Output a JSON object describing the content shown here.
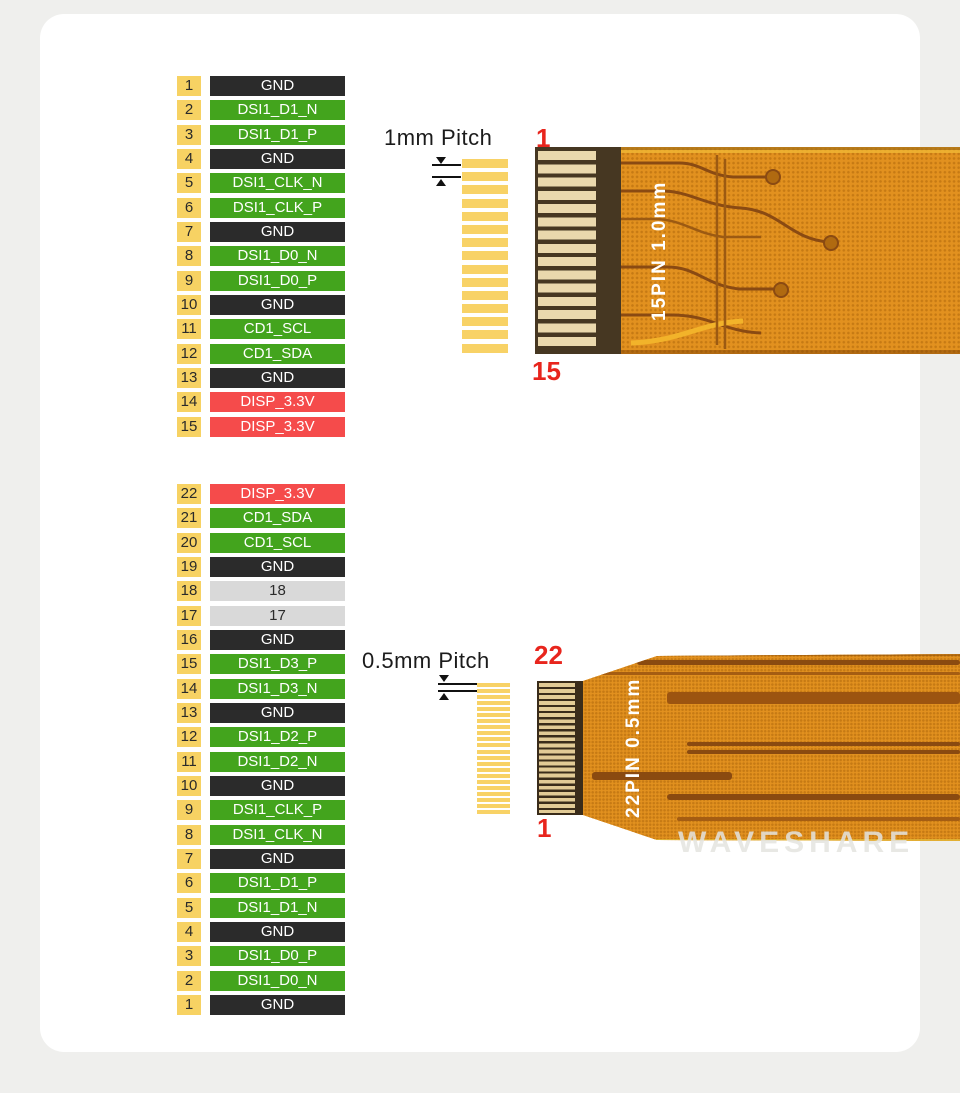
{
  "colors": {
    "bg": "#efefed",
    "card": "#ffffff",
    "gnd": "#2b2b2b",
    "signal": "#43a41d",
    "power": "#f54b4b",
    "nc": "#d9d9d9",
    "pin_number_bg": "#f7d263",
    "pin_number_text": "#2a2a2a",
    "marker_red": "#e8251d",
    "stripe_gold": "#f8d266"
  },
  "watermark": "WAVESHARE",
  "connectors": [
    {
      "name": "15pin-1mm",
      "pitch_label": "1mm Pitch",
      "pin_count": 15,
      "first_pin_marker": "1",
      "last_pin_marker": "15",
      "photo_label": "15PIN 1.0mm",
      "pins": [
        {
          "n": "1",
          "label": "GND",
          "type": "gnd"
        },
        {
          "n": "2",
          "label": "DSI1_D1_N",
          "type": "signal"
        },
        {
          "n": "3",
          "label": "DSI1_D1_P",
          "type": "signal"
        },
        {
          "n": "4",
          "label": "GND",
          "type": "gnd"
        },
        {
          "n": "5",
          "label": "DSI1_CLK_N",
          "type": "signal"
        },
        {
          "n": "6",
          "label": "DSI1_CLK_P",
          "type": "signal"
        },
        {
          "n": "7",
          "label": "GND",
          "type": "gnd"
        },
        {
          "n": "8",
          "label": "DSI1_D0_N",
          "type": "signal"
        },
        {
          "n": "9",
          "label": "DSI1_D0_P",
          "type": "signal"
        },
        {
          "n": "10",
          "label": "GND",
          "type": "gnd"
        },
        {
          "n": "11",
          "label": "CD1_SCL",
          "type": "signal"
        },
        {
          "n": "12",
          "label": "CD1_SDA",
          "type": "signal"
        },
        {
          "n": "13",
          "label": "GND",
          "type": "gnd"
        },
        {
          "n": "14",
          "label": "DISP_3.3V",
          "type": "power"
        },
        {
          "n": "15",
          "label": "DISP_3.3V",
          "type": "power"
        }
      ]
    },
    {
      "name": "22pin-0.5mm",
      "pitch_label": "0.5mm Pitch",
      "pin_count": 22,
      "first_pin_marker": "22",
      "last_pin_marker": "1",
      "photo_label": "22PIN 0.5mm",
      "pins": [
        {
          "n": "22",
          "label": "DISP_3.3V",
          "type": "power"
        },
        {
          "n": "21",
          "label": "CD1_SDA",
          "type": "signal"
        },
        {
          "n": "20",
          "label": "CD1_SCL",
          "type": "signal"
        },
        {
          "n": "19",
          "label": "GND",
          "type": "gnd"
        },
        {
          "n": "18",
          "label": "18",
          "type": "nc"
        },
        {
          "n": "17",
          "label": "17",
          "type": "nc"
        },
        {
          "n": "16",
          "label": "GND",
          "type": "gnd"
        },
        {
          "n": "15",
          "label": "DSI1_D3_P",
          "type": "signal"
        },
        {
          "n": "14",
          "label": "DSI1_D3_N",
          "type": "signal"
        },
        {
          "n": "13",
          "label": "GND",
          "type": "gnd"
        },
        {
          "n": "12",
          "label": "DSI1_D2_P",
          "type": "signal"
        },
        {
          "n": "11",
          "label": "DSI1_D2_N",
          "type": "signal"
        },
        {
          "n": "10",
          "label": "GND",
          "type": "gnd"
        },
        {
          "n": "9",
          "label": "DSI1_CLK_P",
          "type": "signal"
        },
        {
          "n": "8",
          "label": "DSI1_CLK_N",
          "type": "signal"
        },
        {
          "n": "7",
          "label": "GND",
          "type": "gnd"
        },
        {
          "n": "6",
          "label": "DSI1_D1_P",
          "type": "signal"
        },
        {
          "n": "5",
          "label": "DSI1_D1_N",
          "type": "signal"
        },
        {
          "n": "4",
          "label": "GND",
          "type": "gnd"
        },
        {
          "n": "3",
          "label": "DSI1_D0_P",
          "type": "signal"
        },
        {
          "n": "2",
          "label": "DSI1_D0_N",
          "type": "signal"
        },
        {
          "n": "1",
          "label": "GND",
          "type": "gnd"
        }
      ]
    }
  ]
}
